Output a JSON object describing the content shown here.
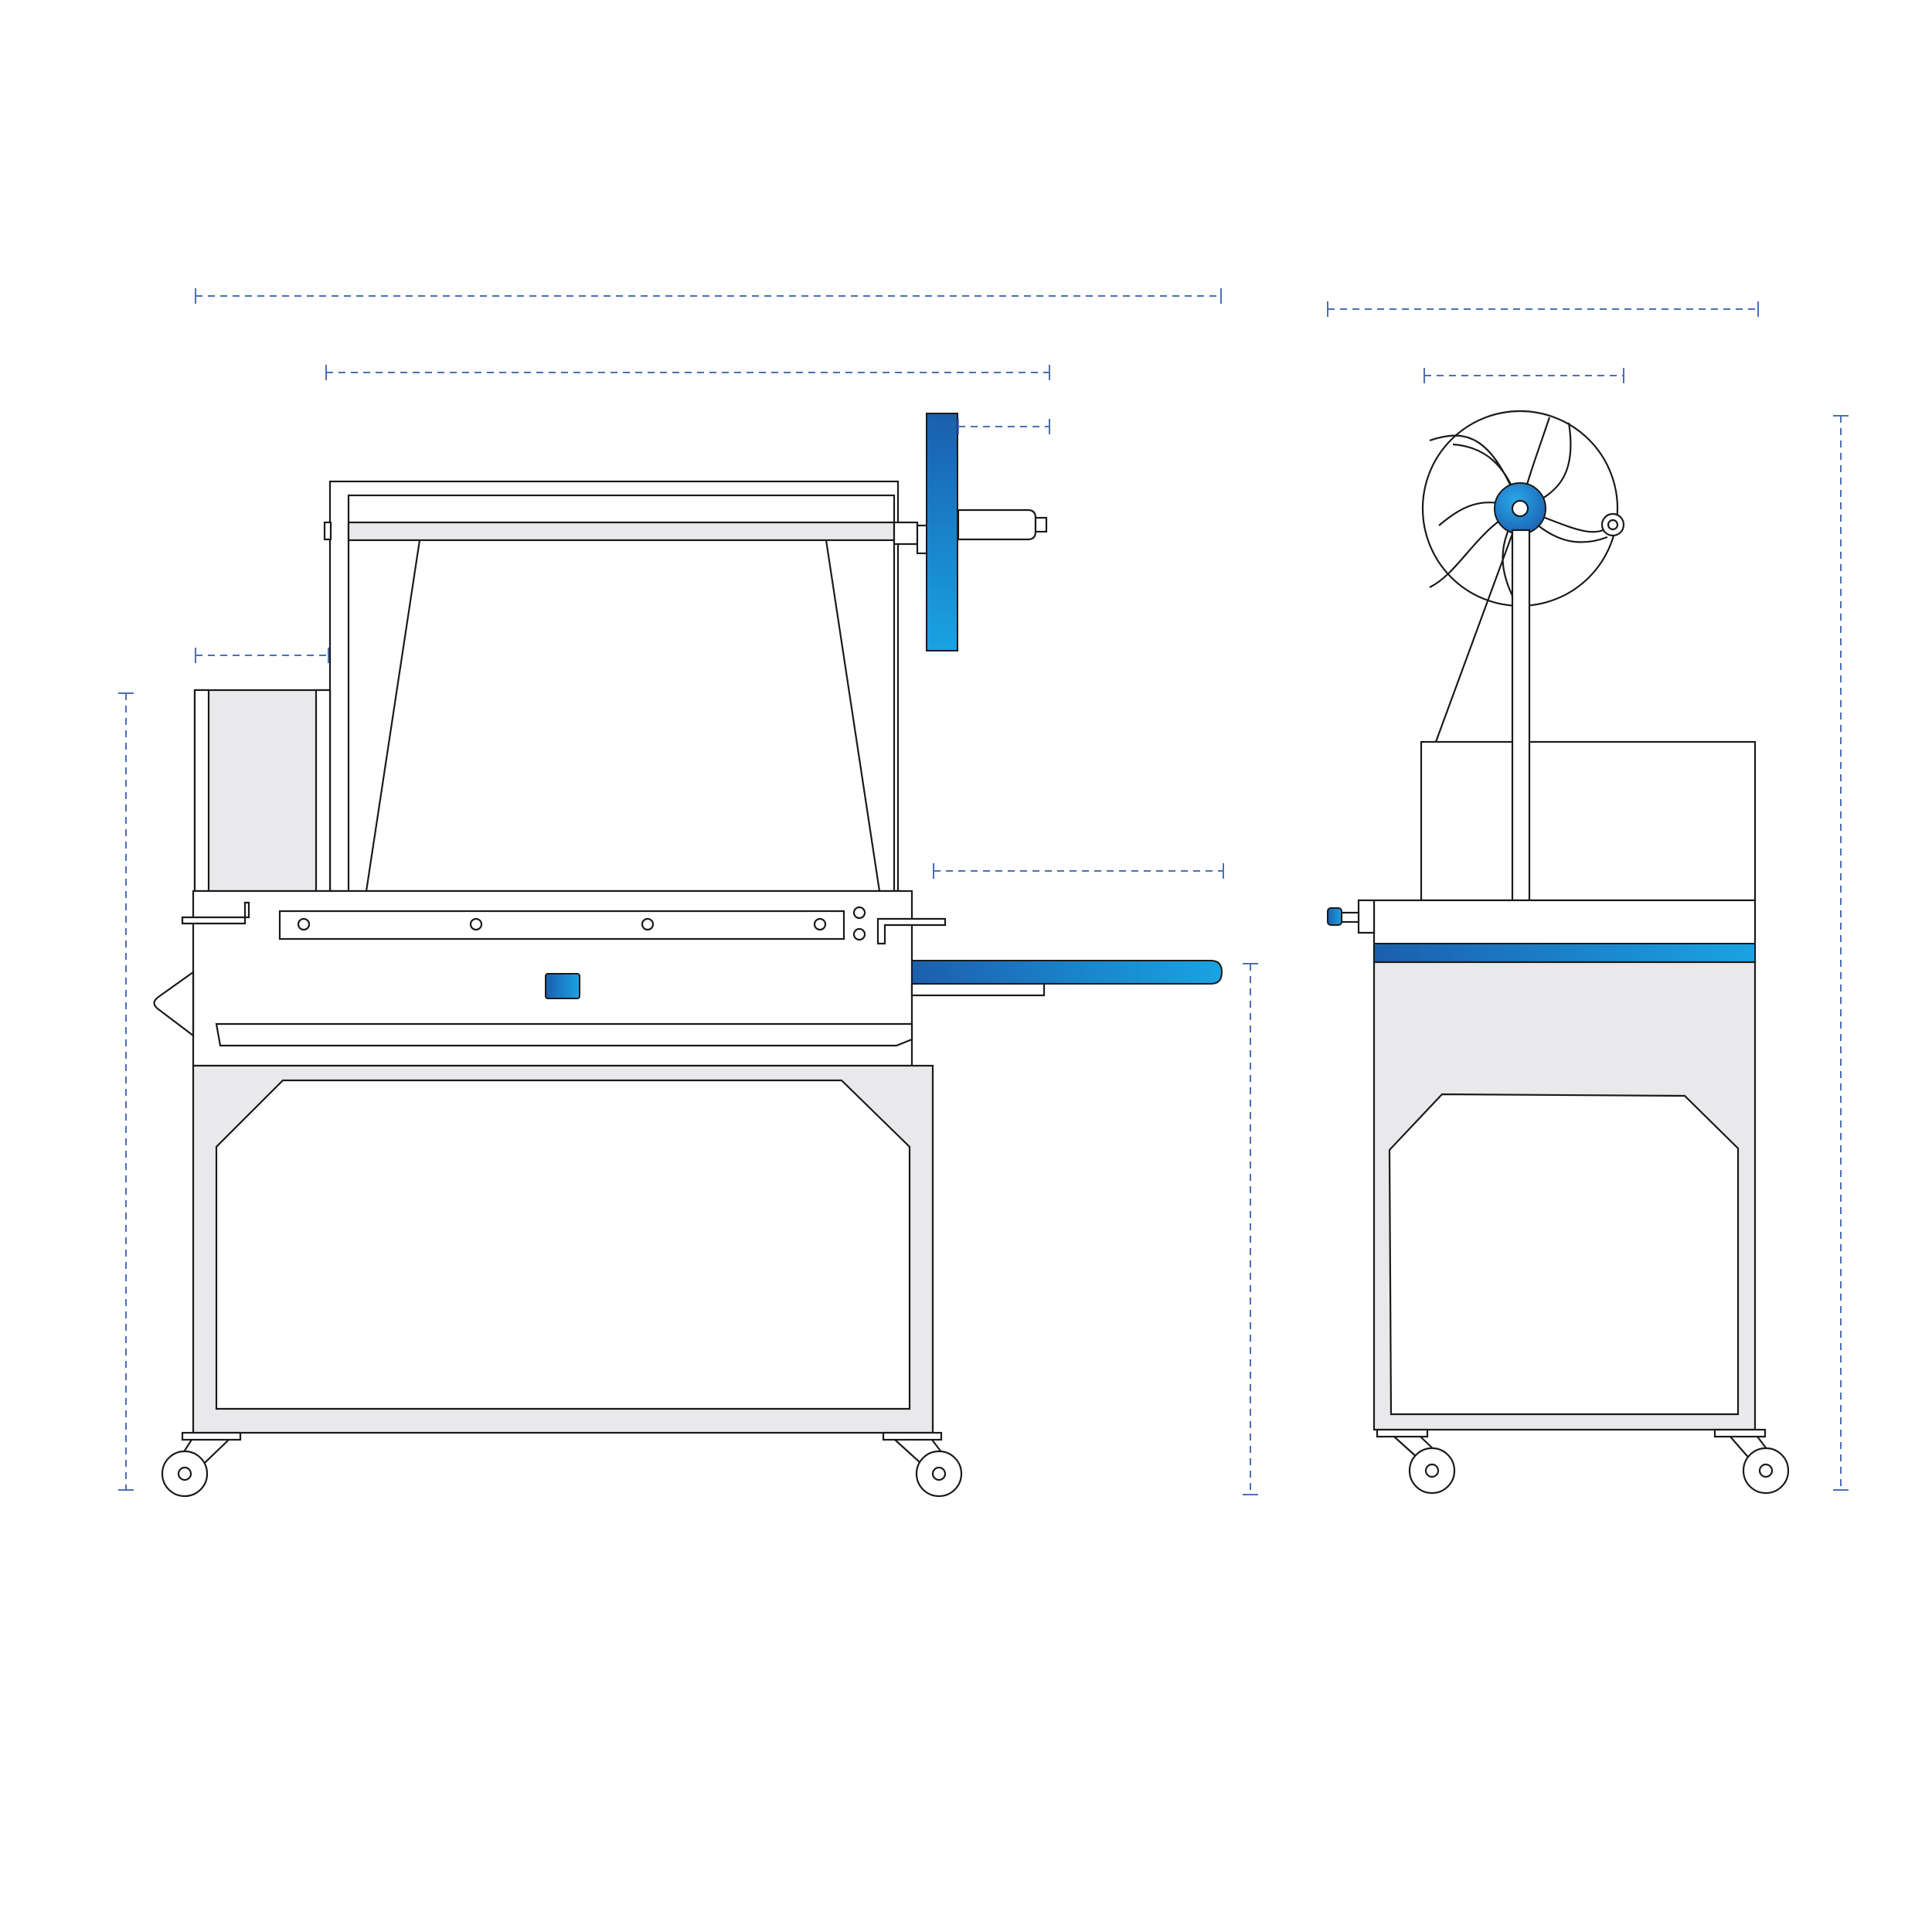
{
  "drawing": {
    "background": "#ffffff",
    "line_color": "#1a1a1a",
    "panel_fill": "#e9e9eb",
    "dimension_color": "#4a6fb5",
    "accent_gradient": [
      "#1b5fae",
      "#1aa3e3"
    ]
  },
  "views": [
    {
      "name": "front-view",
      "components": [
        "film-roll-frame",
        "film-roll-disc",
        "hood-cover",
        "sealing-bar",
        "control-button",
        "outfeed-conveyor",
        "cabinet-base",
        "swivel-casters"
      ]
    },
    {
      "name": "side-view",
      "components": [
        "film-reel",
        "reel-hub",
        "reel-support-post",
        "upper-housing",
        "blue-band",
        "cabinet-base",
        "swivel-casters"
      ]
    }
  ],
  "dimension_lines": {
    "front_overall_width": "",
    "front_frame_width": "",
    "front_roll_offset": "",
    "front_left_offset": "",
    "front_conveyor_length": "",
    "front_total_height": "",
    "front_conveyor_height": "",
    "side_overall_depth": "",
    "side_reel_diameter": "",
    "side_total_height": ""
  }
}
